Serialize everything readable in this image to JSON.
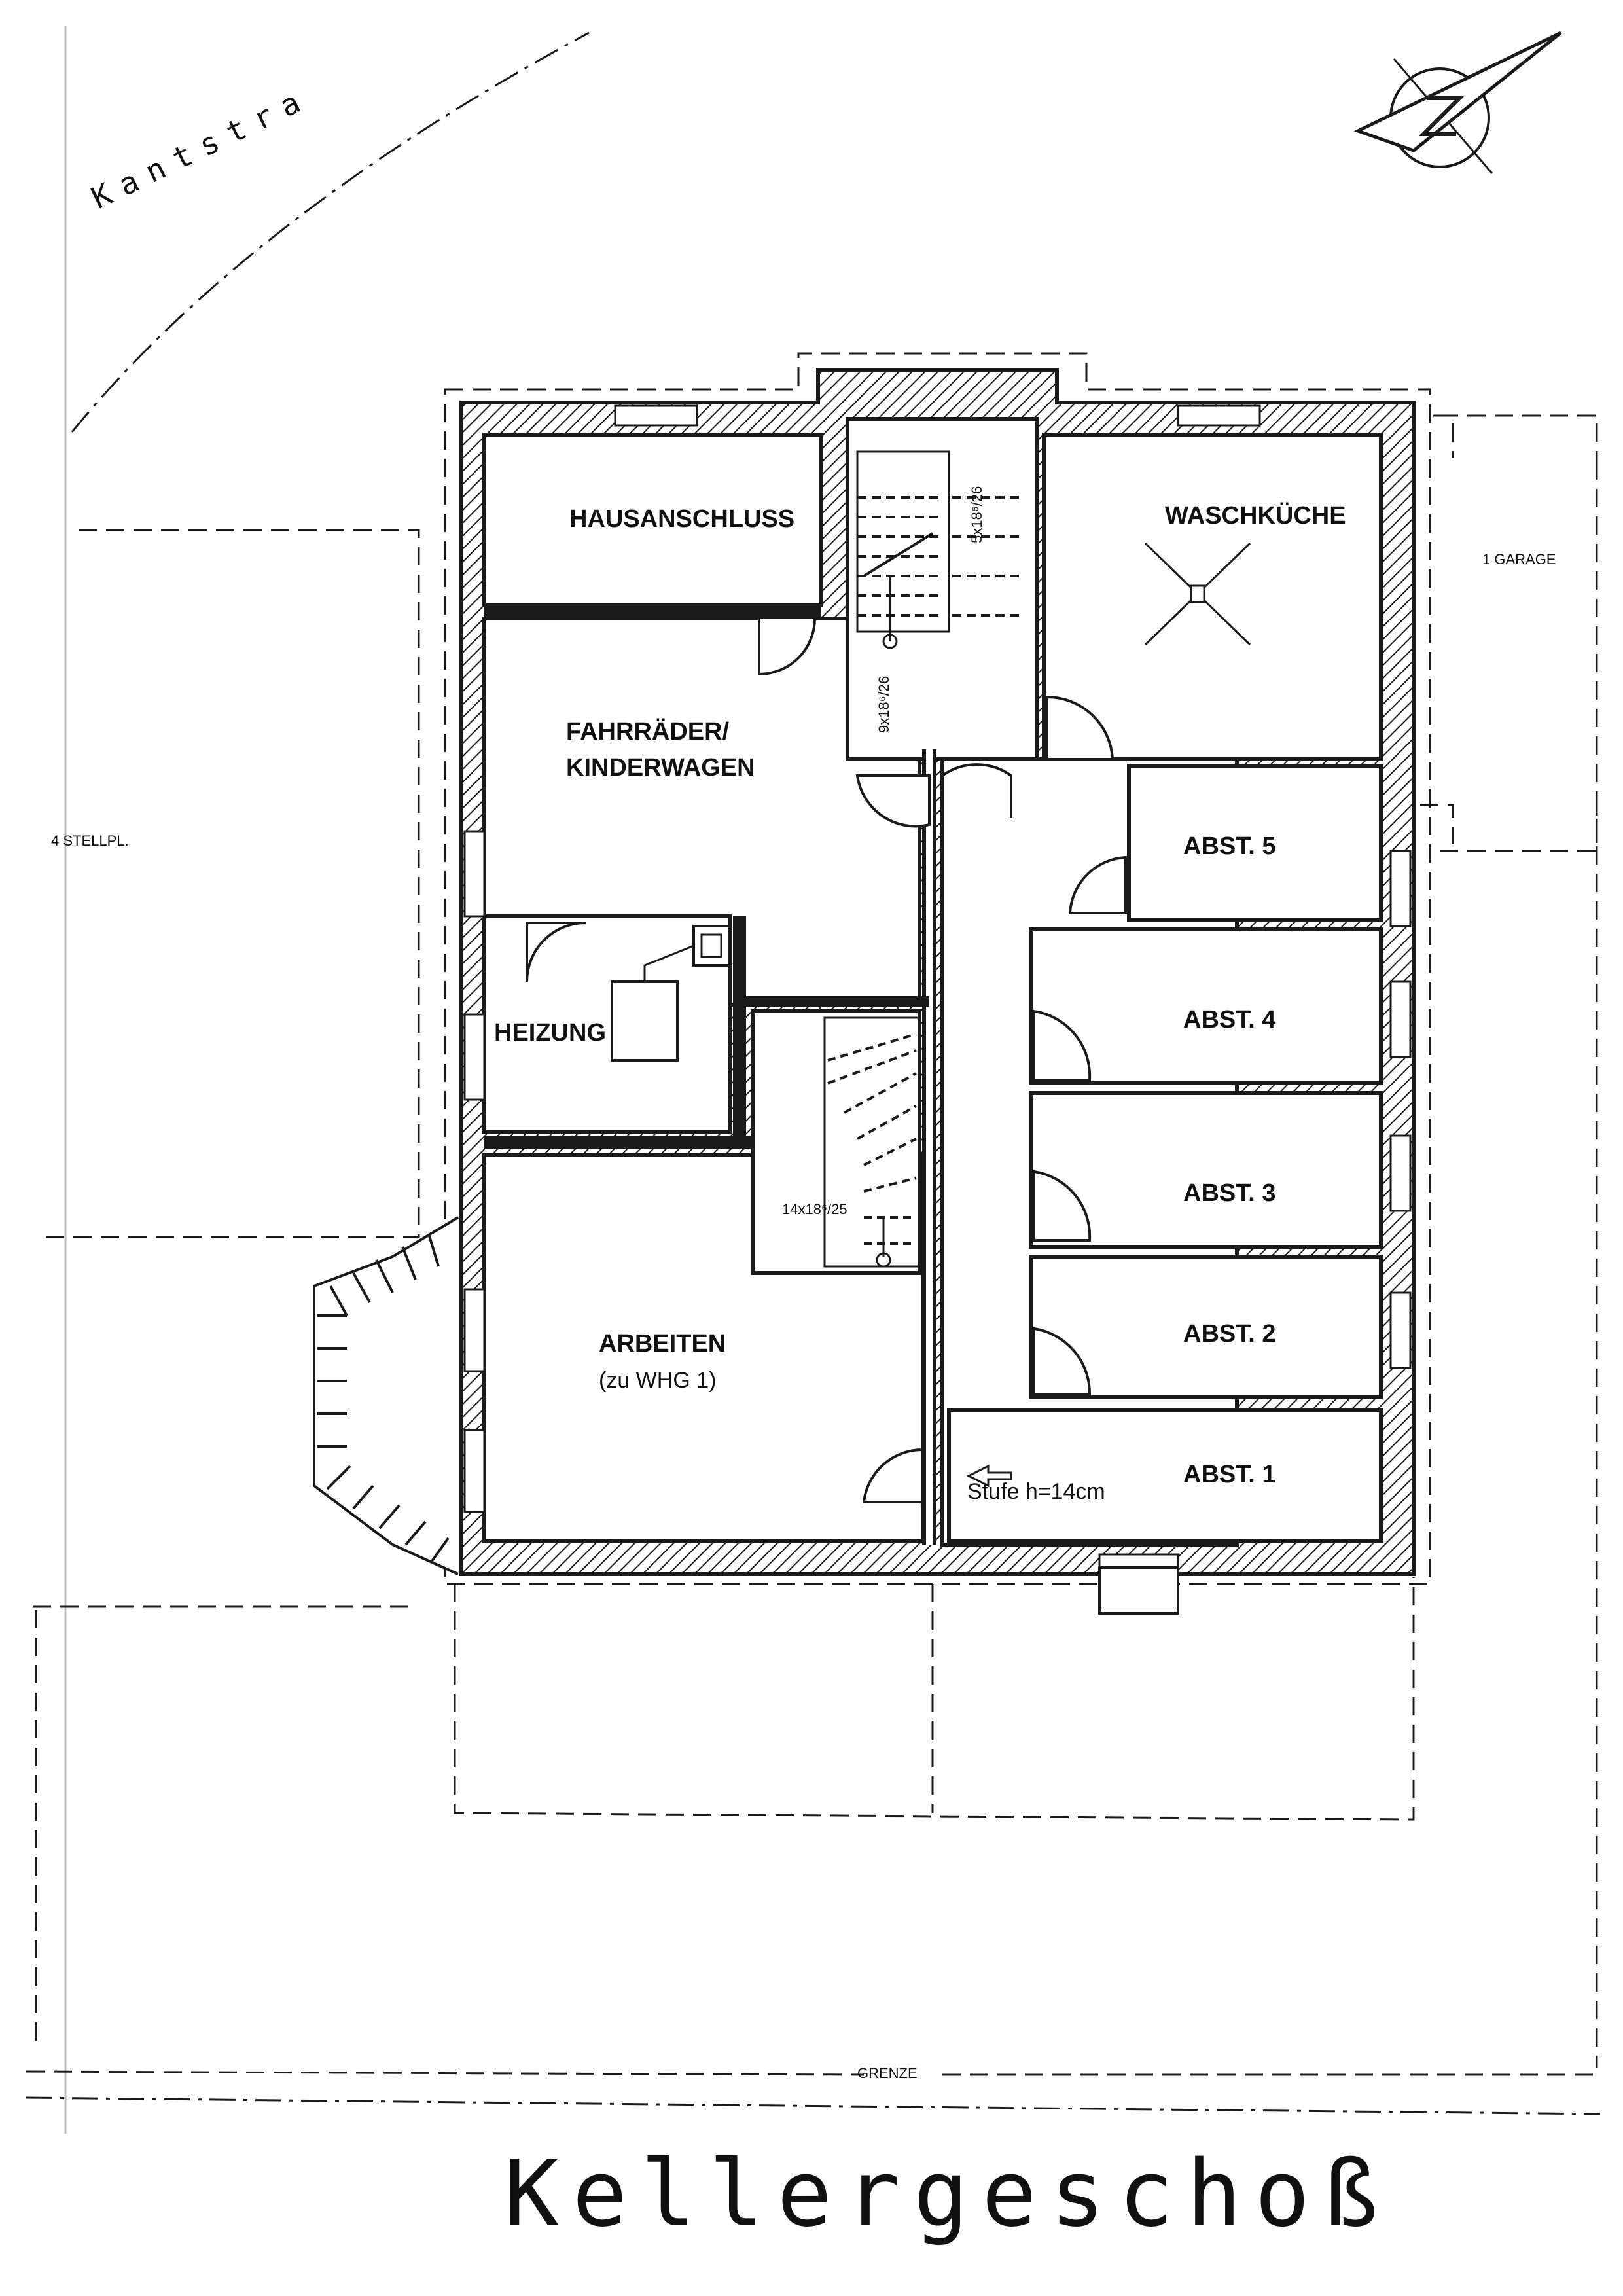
{
  "plan": {
    "title": "Kellergeschoß",
    "street": "Kantstra",
    "boundary": "GRENZE",
    "garage": "1 GARAGE",
    "parking": "4 STELLPL.",
    "rooms": {
      "hausanschluss": "HAUSANSCHLUSS",
      "fahrraeder_1": "FAHRRÄDER/",
      "fahrraeder_2": "KINDERWAGEN",
      "heizung": "HEIZUNG",
      "arbeiten_1": "ARBEITEN",
      "arbeiten_2": "(zu WHG 1)",
      "waschkueche": "WASCHKÜCHE",
      "abst5": "ABST. 5",
      "abst4": "ABST. 4",
      "abst3": "ABST. 3",
      "abst2": "ABST. 2",
      "abst1": "ABST. 1"
    },
    "stairs": {
      "main_run": "9x18⁶/26",
      "upper_run": "5x18⁶/26",
      "spiral": "14x18⁶/25",
      "step": "Stufe h=14cm"
    },
    "colors": {
      "ink": "#1a1a1a",
      "paper": "#ffffff"
    }
  }
}
